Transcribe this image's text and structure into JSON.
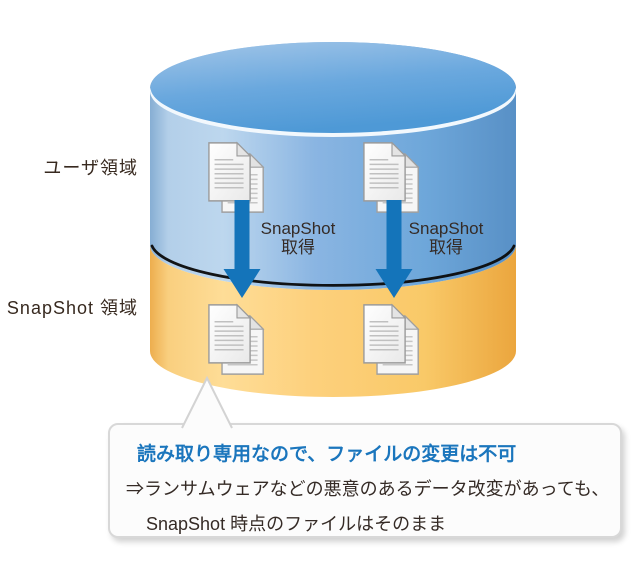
{
  "diagram": {
    "title_hint": "SnapShot storage diagram",
    "cylinder": {
      "user_area_label": "ユーザ領域",
      "snapshot_area_label": "SnapShot 領域",
      "colors": {
        "top_blue": "#4e99d6",
        "body_blue_highlight": "#bdd7ee",
        "body_blue": "#82b0de",
        "body_blue_dark": "#5890c6",
        "snapshot_yellow_highlight": "#fedd97",
        "snapshot_yellow": "#fdd07c",
        "snapshot_yellow_dark": "#eba63e",
        "divider_line": "#0a0a0a",
        "rim_highlight": "#f2f8fd"
      }
    },
    "arrows": [
      {
        "label_top": "SnapShot",
        "label_bottom": "取得",
        "color": "#1474ba"
      },
      {
        "label_top": "SnapShot",
        "label_bottom": "取得",
        "color": "#1474ba"
      }
    ]
  },
  "callout": {
    "line1": "読み取り専用なので、ファイルの変更は不可",
    "line2": "⇒ランサムウェアなどの悪意のあるデータ改変があっても、",
    "line3": "SnapShot 時点のファイルはそのまま",
    "line1_color": "#1b76bd",
    "text_color": "#352b26",
    "background": "#fcfcfc",
    "border_color": "#d8d8d8"
  }
}
